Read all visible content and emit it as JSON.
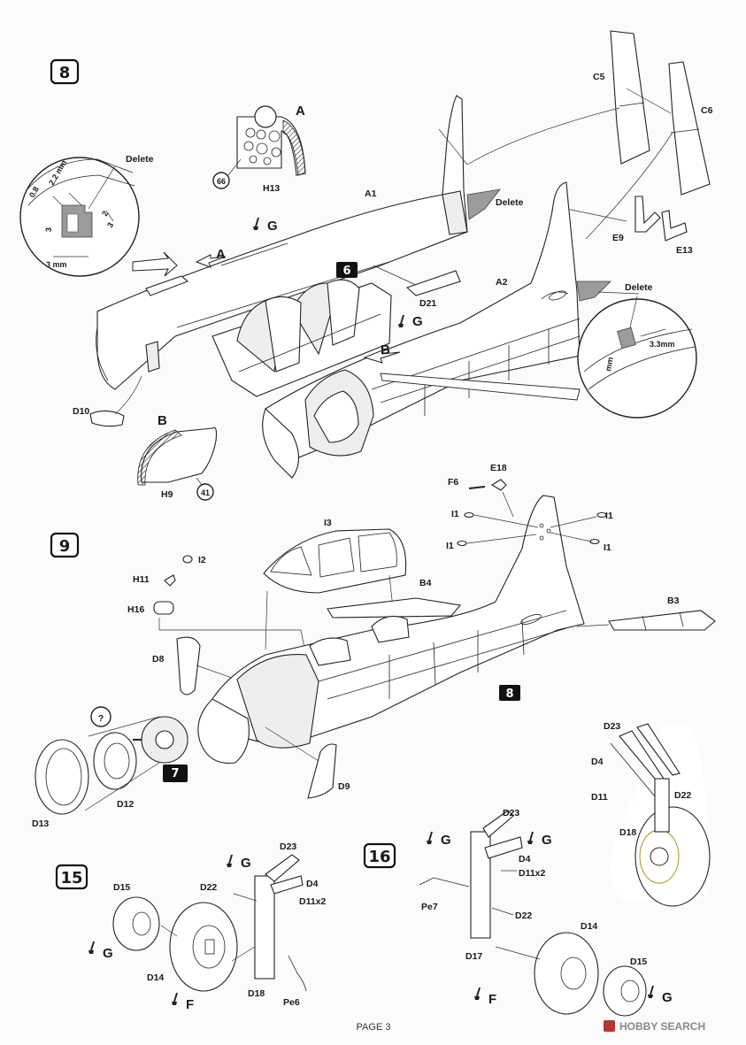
{
  "page_label": "PAGE 3",
  "watermark": "HOBBY SEARCH",
  "steps": {
    "s8": "8",
    "s9": "9",
    "s15": "15",
    "s16": "16",
    "ref6": "6",
    "ref7": "7",
    "ref8": "8"
  },
  "callouts": {
    "A": "A",
    "B": "B",
    "question": "?"
  },
  "paint_codes": {
    "g": "G",
    "f": "F",
    "c66": "66",
    "c41": "41"
  },
  "step8": {
    "delete": "Delete",
    "dims": {
      "d08": "0.8",
      "d22": "2.2 mm",
      "d3a": "3",
      "d3b": "3",
      "d2": "2",
      "d3mm": "3 mm",
      "d33mm": "3.3mm",
      "dmm": "mm"
    },
    "parts": {
      "h13": "H13",
      "a1": "A1",
      "a2": "A2",
      "c5": "C5",
      "c6": "C6",
      "e9": "E9",
      "e13": "E13",
      "d21": "D21",
      "d10": "D10",
      "h9": "H9"
    }
  },
  "step9": {
    "parts": {
      "i3": "I3",
      "i2": "I2",
      "h11": "H11",
      "h16": "H16",
      "b4": "B4",
      "b3": "B3",
      "d8": "D8",
      "d9": "D9",
      "d12": "D12",
      "d13": "D13",
      "f6": "F6",
      "e18": "E18",
      "i1": "I1"
    }
  },
  "gear_detail": {
    "parts": {
      "d23": "D23",
      "d4": "D4",
      "d11": "D11",
      "d22": "D22",
      "d18": "D18"
    }
  },
  "step15": {
    "parts": {
      "d15": "D15",
      "d14": "D14",
      "d22": "D22",
      "d23": "D23",
      "d4": "D4",
      "d11x2": "D11x2",
      "d18": "D18",
      "pe6": "Pe6"
    }
  },
  "step16": {
    "parts": {
      "d23": "D23",
      "d4": "D4",
      "d11x2": "D11x2",
      "pe7": "Pe7",
      "d22": "D22",
      "d17": "D17",
      "d14": "D14",
      "d15": "D15"
    }
  }
}
